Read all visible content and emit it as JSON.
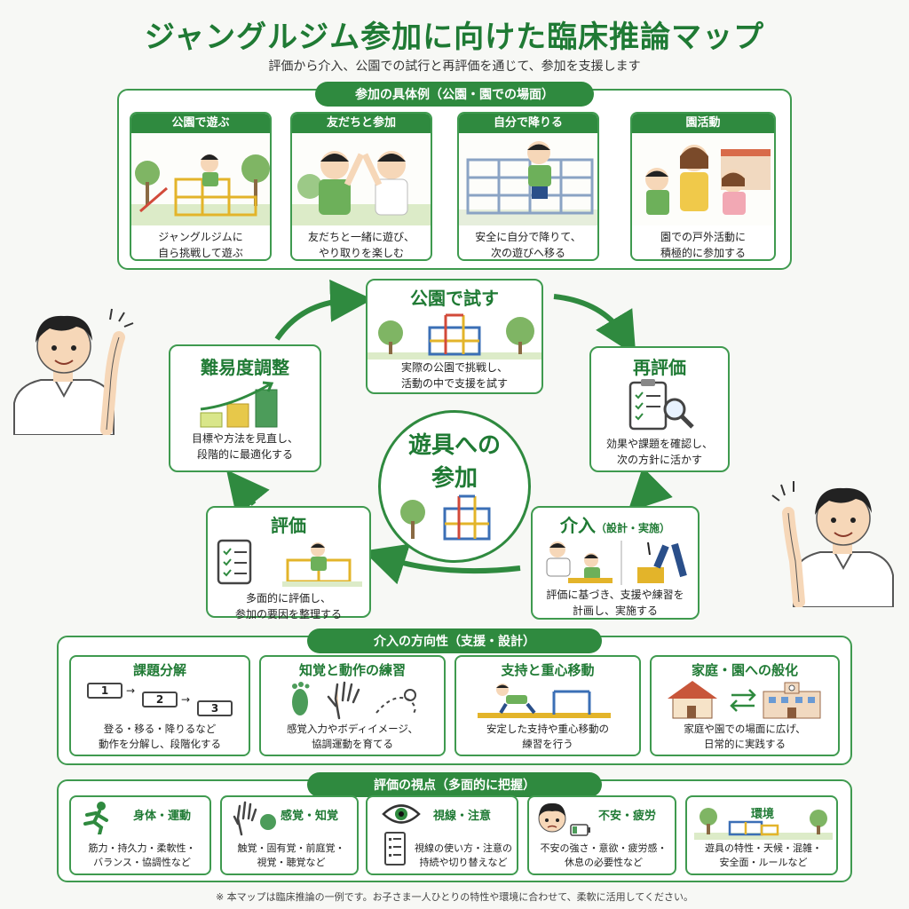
{
  "title": "ジャングルジム参加に向けた臨床推論マップ",
  "subtitle": "評価から介入、公園での試行と再評価を通じて、参加を支援します",
  "examples": {
    "header": "参加の具体例（公園・園での場面）",
    "items": [
      {
        "label": "公園で遊ぶ",
        "text1": "ジャングルジムに",
        "text2": "自ら挑戦して遊ぶ"
      },
      {
        "label": "友だちと参加",
        "text1": "友だちと一緒に遊び、",
        "text2": "やり取りを楽しむ"
      },
      {
        "label": "自分で降りる",
        "text1": "安全に自分で降りて、",
        "text2": "次の遊びへ移る"
      },
      {
        "label": "園活動",
        "text1": "園での戸外活動に",
        "text2": "積極的に参加する"
      }
    ]
  },
  "cycle": {
    "center_line1": "遊具への",
    "center_line2": "参加",
    "park": {
      "title": "公園で試す",
      "text1": "実際の公園で挑戦し、",
      "text2": "活動の中で支援を試す"
    },
    "reeval": {
      "title": "再評価",
      "text1": "効果や課題を確認し、",
      "text2": "次の方針に活かす"
    },
    "intervention": {
      "title": "介入",
      "title_sub": "（設計・実施）",
      "text1": "評価に基づき、支援や練習を",
      "text2": "計画し、実施する"
    },
    "evaluation": {
      "title": "評価",
      "text1": "多面的に評価し、",
      "text2": "参加の要因を整理する"
    },
    "difficulty": {
      "title": "難易度調整",
      "text1": "目標や方法を見直し、",
      "text2": "段階的に最適化する"
    }
  },
  "direction": {
    "header": "介入の方向性（支援・設計）",
    "items": [
      {
        "title": "課題分解",
        "text1": "登る・移る・降りるなど",
        "text2": "動作を分解し、段階化する",
        "steps": [
          "1",
          "2",
          "3"
        ]
      },
      {
        "title": "知覚と動作の練習",
        "text1": "感覚入力やボディイメージ、",
        "text2": "協調運動を育てる"
      },
      {
        "title": "支持と重心移動",
        "text1": "安定した支持や重心移動の",
        "text2": "練習を行う"
      },
      {
        "title": "家庭・園への般化",
        "text1": "家庭や園での場面に広げ、",
        "text2": "日常的に実践する"
      }
    ]
  },
  "viewpoints": {
    "header": "評価の視点（多面的に把握）",
    "items": [
      {
        "title": "身体・運動",
        "text1": "筋力・持久力・柔軟性・",
        "text2": "バランス・協調性など"
      },
      {
        "title": "感覚・知覚",
        "text1": "触覚・固有覚・前庭覚・",
        "text2": "視覚・聴覚など"
      },
      {
        "title": "視線・注意",
        "text1": "視線の使い方・注意の",
        "text2": "持続や切り替えなど"
      },
      {
        "title": "不安・疲労",
        "text1": "不安の強さ・意欲・疲労感・",
        "text2": "休息の必要性など"
      },
      {
        "title": "環境",
        "text1": "遊具の特性・天候・混雑・",
        "text2": "安全面・ルールなど"
      }
    ]
  },
  "footnote": "※ 本マップは臨床推論の一例です。お子さま一人ひとりの特性や環境に合わせて、柔軟に活用してください。",
  "colors": {
    "primary": "#2f8a3f",
    "title": "#1f7a34",
    "border": "#3f9a4f"
  }
}
